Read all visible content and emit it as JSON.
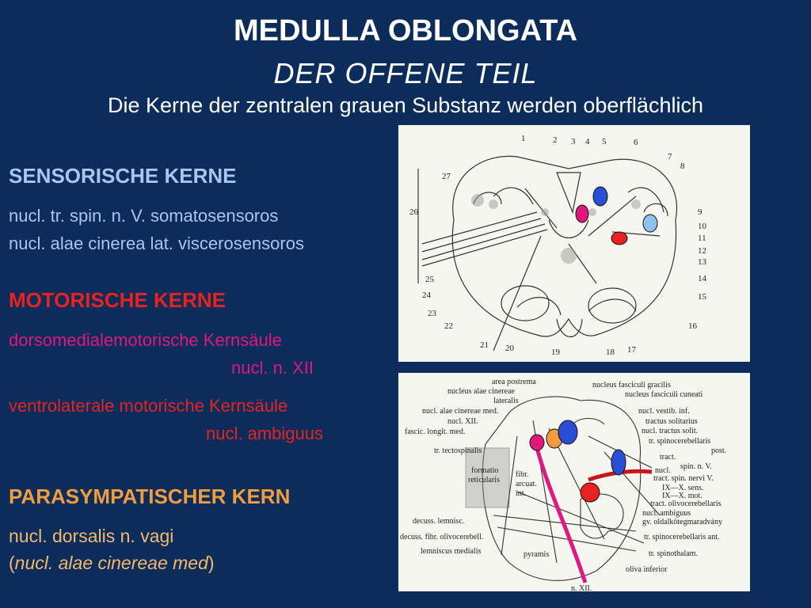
{
  "title": {
    "main": "MEDULLA OBLONGATA",
    "sub": "DER  OFFENE   TEIL",
    "line3": "Die Kerne der zentralen grauen Substanz werden oberflächlich"
  },
  "sensory": {
    "heading": "SENSORISCHE KERNE",
    "items": [
      "nucl. tr. spin. n. V. somatosensoros",
      "nucl. alae cinerea lat. viscerosensoros"
    ]
  },
  "motor": {
    "heading": "MOTORISCHE KERNE",
    "dorsomedial": "dorsomedialemotorische Kernsäule",
    "dorsomedial_nucleus": "nucl. n. XII",
    "ventrolateral": "ventrolaterale  motorische Kernsäule",
    "ventrolateral_nucleus": "nucl. ambiguus"
  },
  "parasympathetic": {
    "heading": "PARASYMPATISCHER KERN",
    "item": "nucl. dorsalis n. vagi",
    "note_open": "(",
    "note": "nucl. alae cinereae med",
    "note_close": ")"
  },
  "figure1": {
    "numbers_top": [
      "1",
      "2",
      "3",
      "4",
      "5",
      "6",
      "7",
      "8"
    ],
    "numbers_right": [
      "9",
      "10",
      "11",
      "12",
      "13",
      "14",
      "15",
      "16"
    ],
    "numbers_bottom": [
      "17",
      "18",
      "19",
      "20",
      "21",
      "22"
    ],
    "numbers_left": [
      "23",
      "24",
      "25",
      "26",
      "27"
    ]
  },
  "figure2": {
    "labels_top": [
      "area postrema",
      "nucleus alae cinereae",
      "lateralis",
      "nucleus fasciculi gracilis",
      "nucleus fasciculi cuneati"
    ],
    "labels_left": [
      "nucl. alae cinereae med.",
      "nucl. XII.",
      "fascic. longit. med.",
      "tr. tectospinalis",
      "formatio",
      "reticularis",
      "fibr.",
      "arcuat.",
      "int.",
      "decuss. lemnisc.",
      "decuss. fibr. olivocerebell.",
      "lemniscus medialis",
      "pyramis",
      "n. XII."
    ],
    "labels_right": [
      "nucl. vestib. inf.",
      "tractus solitarius",
      "nucl. tractus solit.",
      "tr. spinocerebellaris",
      "post.",
      "tract.",
      "spin. n. V.",
      "nucl.",
      "tract. spin. nervi V.",
      "IX—X. sens.",
      "IX—X. mot.",
      "tract. olivocerebellaris",
      "nucl. ambiguus",
      "gv. oldalkötegmaradvány",
      "tr. spinocerebellaris ant.",
      "tr. spinothalam.",
      "oliva inferior"
    ]
  },
  "colors": {
    "background": "#0c2d5c",
    "sensory": "#a9c6ee",
    "motor_red": "#e8221f",
    "motor_pink": "#e0177f",
    "parasympathetic": "#f29d3d",
    "marker_blue": "#2a4fd6",
    "marker_lightblue": "#8ec3ee",
    "marker_orange": "#f39a3c"
  }
}
